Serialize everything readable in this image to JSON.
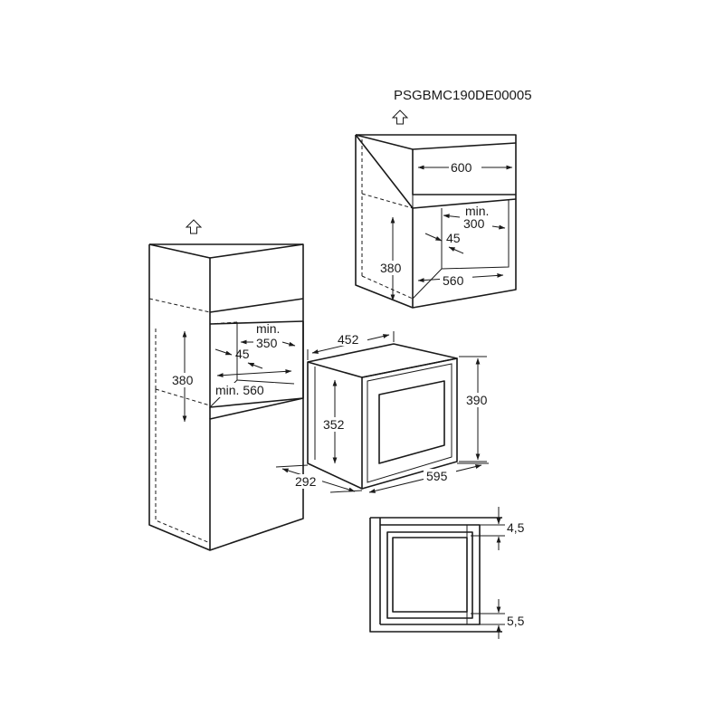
{
  "doc_code": "PSGBMC190DE00005",
  "tall_cabinet": {
    "min_label": "min.",
    "depth_min": "350",
    "bottom_gap": "45",
    "width_min_label": "min. 560",
    "height": "380"
  },
  "wall_cabinet": {
    "top_width": "600",
    "min_label": "min.",
    "depth_min": "300",
    "bottom_gap": "45",
    "height": "380",
    "width": "560"
  },
  "appliance": {
    "depth_top": "452",
    "height_outer": "390",
    "height_body": "352",
    "depth_body": "292",
    "width": "595"
  },
  "front_detail": {
    "top_gap": "4,5",
    "bottom_gap": "5,5"
  }
}
